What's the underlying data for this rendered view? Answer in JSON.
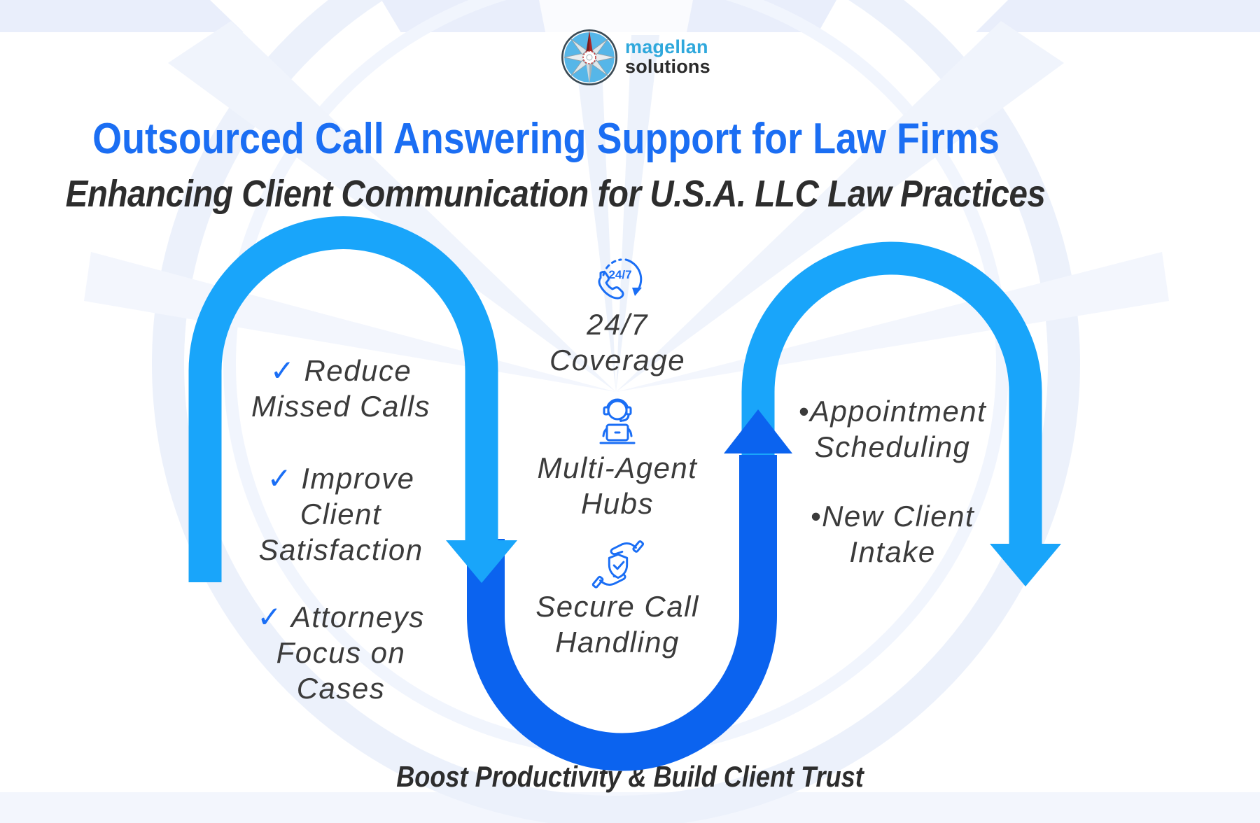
{
  "logo": {
    "brand_line1": "magellan",
    "brand_line2": "solutions"
  },
  "header": {
    "title": "Outsourced Call Answering Support for Law Firms",
    "subtitle": "Enhancing Client Communication for U.S.A. LLC Law Practices"
  },
  "left_column": {
    "items": [
      {
        "check": "✓",
        "text": "Reduce\nMissed Calls"
      },
      {
        "check": "✓",
        "text": "Improve\nClient\nSatisfaction"
      },
      {
        "check": "✓",
        "text": "Attorneys\nFocus on\nCases"
      }
    ]
  },
  "middle_column": {
    "items": [
      {
        "icon": "phone-24-7-icon",
        "badge": "24/7",
        "label": "24/7\nCoverage"
      },
      {
        "icon": "support-agent-icon",
        "label": "Multi-Agent\nHubs"
      },
      {
        "icon": "secure-handling-icon",
        "label": "Secure Call\nHandling"
      }
    ]
  },
  "right_column": {
    "items": [
      {
        "text": "•Appointment\nScheduling"
      },
      {
        "text": "•New Client\nIntake"
      }
    ]
  },
  "footer": {
    "tagline": "Boost Productivity & Build Client Trust"
  },
  "colors": {
    "arrow_light": "#19A5FA",
    "arrow_dark": "#0B63EF",
    "title_blue": "#1B6EF3",
    "icon_blue": "#1A6EF5",
    "check_blue": "#1A6EF5",
    "text_dark": "#3B3B3B",
    "brand_cyan": "#2FA8DC",
    "brand_dark": "#2B2B2B",
    "watermark_blue": "#ECF1FB"
  }
}
